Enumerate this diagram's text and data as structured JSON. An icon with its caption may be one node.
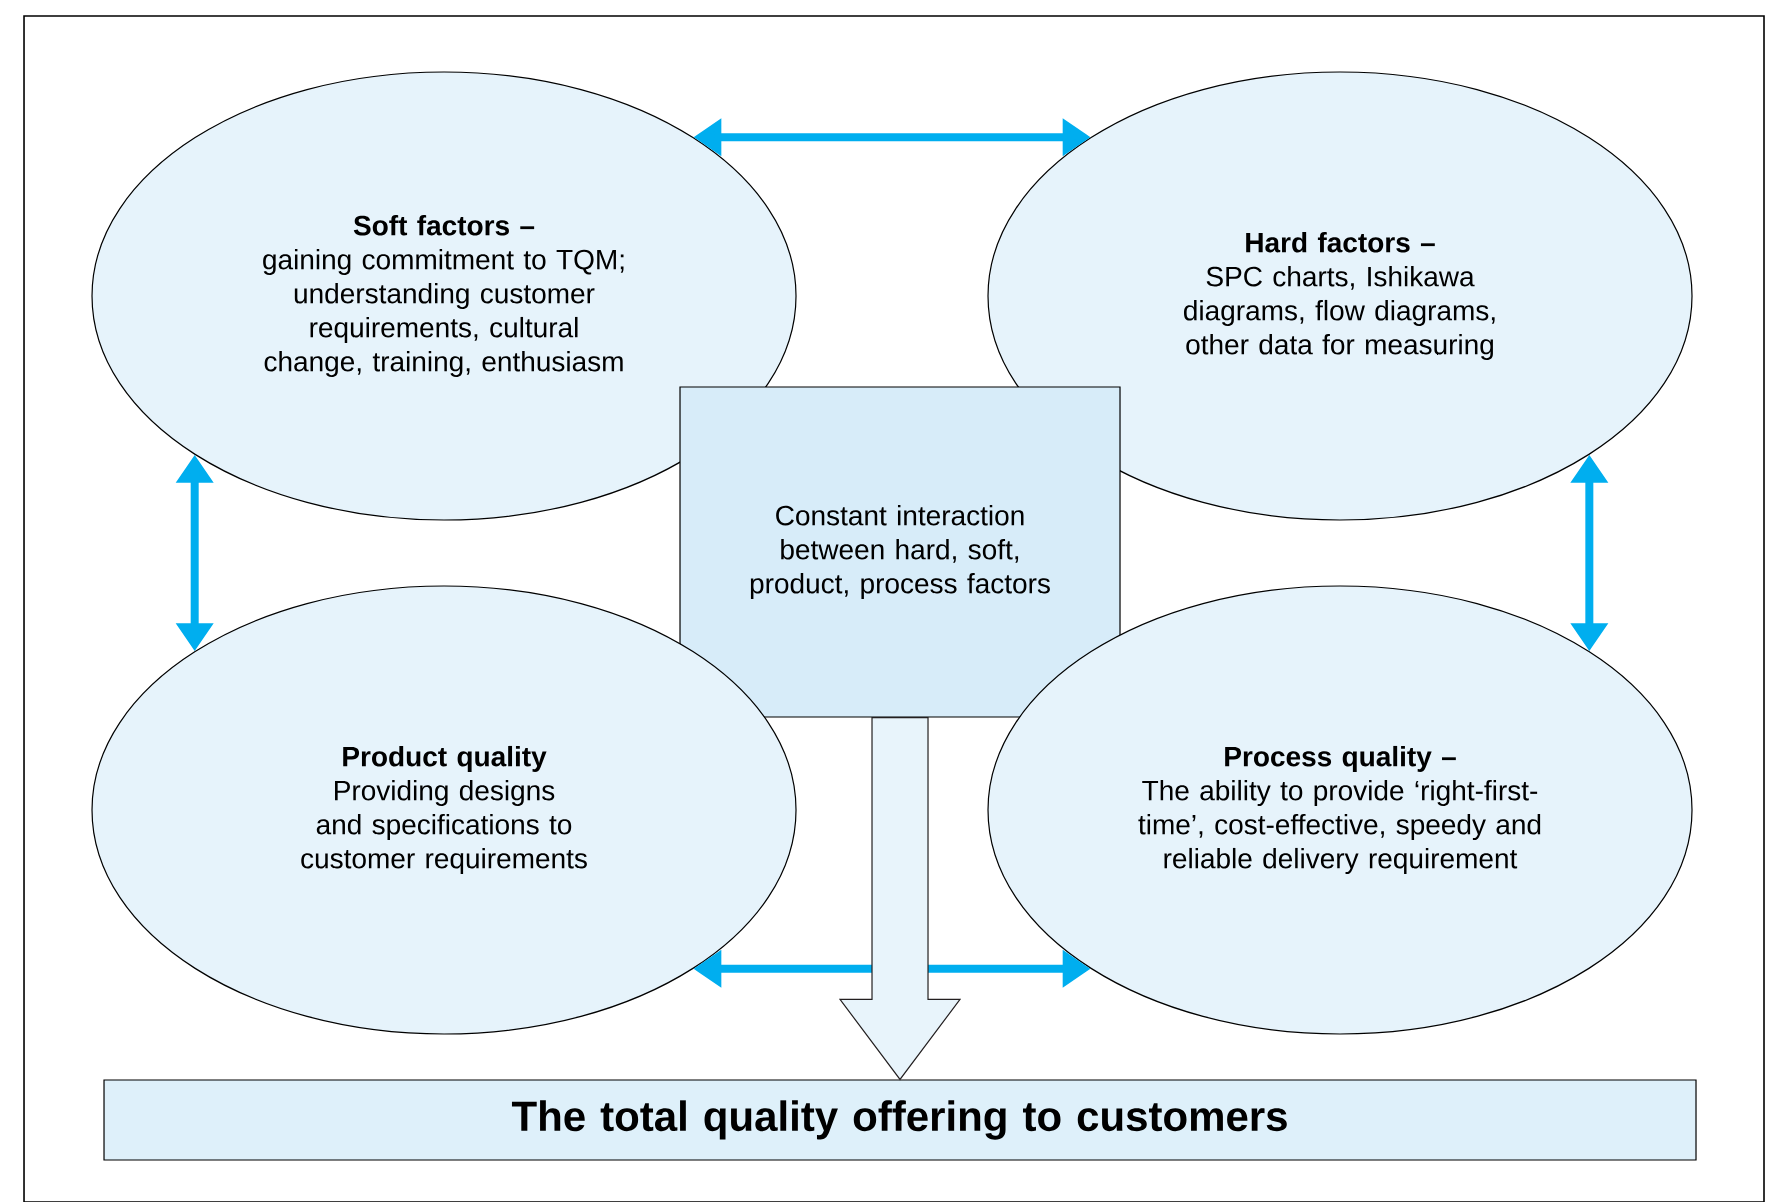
{
  "diagram": {
    "nodes": [
      {
        "text": [
          "Soft factors –",
          "gaining commitment to TQM; understanding customer requirements, cultural change, training, enthusiasm"
        ]
      },
      {
        "text": [
          "Hard factors –",
          "SPC charts, Ishikawa diagrams, flow diagrams, other data for measuring"
        ]
      },
      {
        "text": [
          "Constant interaction between hard, soft, product, process factors"
        ]
      },
      {
        "text": [
          "Product quality",
          "Providing designs and specifications to customer requirements"
        ]
      },
      {
        "text": [
          "Process quality –",
          "The ability to provide ‘right-first-time’, cost-effective, speedy and reliable delivery requirement"
        ]
      },
      {
        "text": [
          "The total quality offering to customers"
        ]
      }
    ],
    "edges": [
      {
        "from": 0,
        "to": 1,
        "arrow": "both"
      },
      {
        "from": 0,
        "to": 3,
        "arrow": "both"
      },
      {
        "from": 1,
        "to": 4,
        "arrow": "both"
      },
      {
        "from": 3,
        "to": 4,
        "arrow": "both"
      },
      {
        "from": 2,
        "to": 5,
        "arrow": "to",
        "style": "thick",
        "color": "#231f20"
      }
    ]
  }
}
